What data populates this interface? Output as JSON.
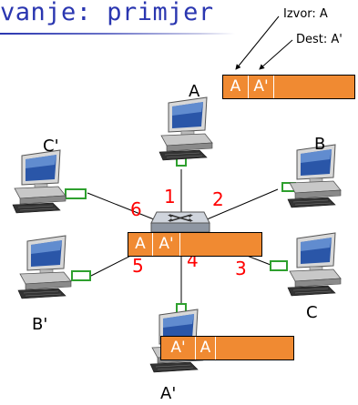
{
  "title": "vanje: primjer",
  "legend": {
    "source_label": "Izvor: A",
    "dest_label": "Dest: A'"
  },
  "nodes": {
    "a": "A",
    "b": "B",
    "c": "C",
    "a_prime": "A'",
    "b_prime": "B'",
    "c_prime": "C'"
  },
  "ports": [
    "1",
    "2",
    "3",
    "4",
    "5",
    "6"
  ],
  "frames": {
    "top": [
      "A",
      "A'"
    ],
    "switch": [
      "A",
      "A'"
    ],
    "bottom": [
      "A'",
      "A"
    ]
  },
  "colors": {
    "title": "#2a36b0",
    "frame_fill": "#f08a32",
    "port_number": "#ff0000",
    "interface_box": "#2ea02e"
  }
}
